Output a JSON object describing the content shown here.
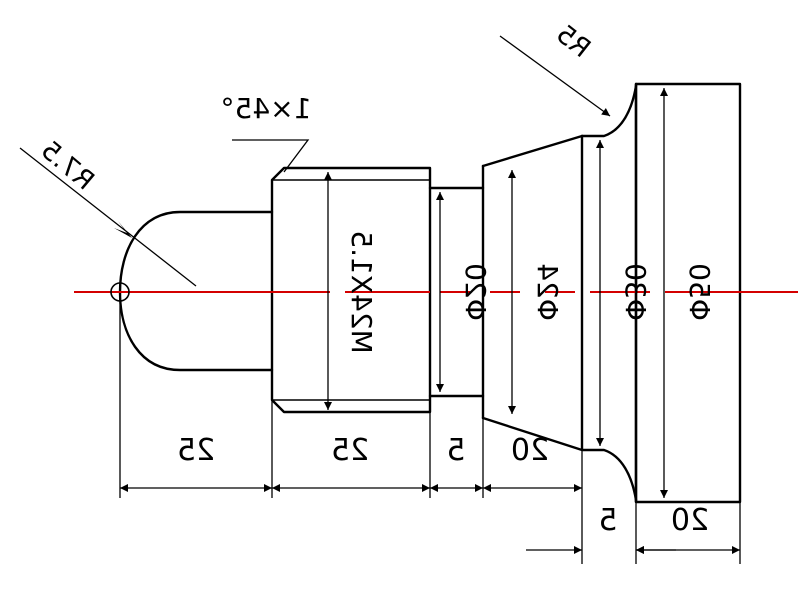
{
  "drawing": {
    "dimensions": {
      "len_head": "25",
      "len_thread": "25",
      "len_groove": "5",
      "len_taper": "20",
      "len_flange_step": "5",
      "len_flange": "20"
    },
    "diameters": {
      "thread": "M24X1.5",
      "groove": "Φ20",
      "taper_small": "Φ24",
      "taper_large": "Φ30",
      "flange": "Φ50"
    },
    "radii": {
      "head": "R7.5",
      "fillet": "R5"
    },
    "chamfer": "1×45°",
    "colors": {
      "axis": "#d40000",
      "lines": "#000000"
    }
  }
}
